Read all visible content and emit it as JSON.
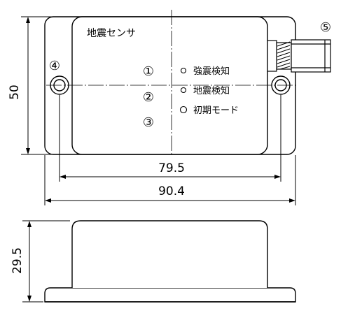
{
  "device_title": "地震センサ",
  "indicators": [
    {
      "label": "強震検知"
    },
    {
      "label": "地震検知"
    },
    {
      "label": "初期モード"
    }
  ],
  "callouts": [
    "①",
    "②",
    "③",
    "④",
    "⑤"
  ],
  "dimensions": {
    "inner_width": "79.5",
    "overall_width": "90.4",
    "body_height": "50",
    "side_height": "29.5"
  }
}
